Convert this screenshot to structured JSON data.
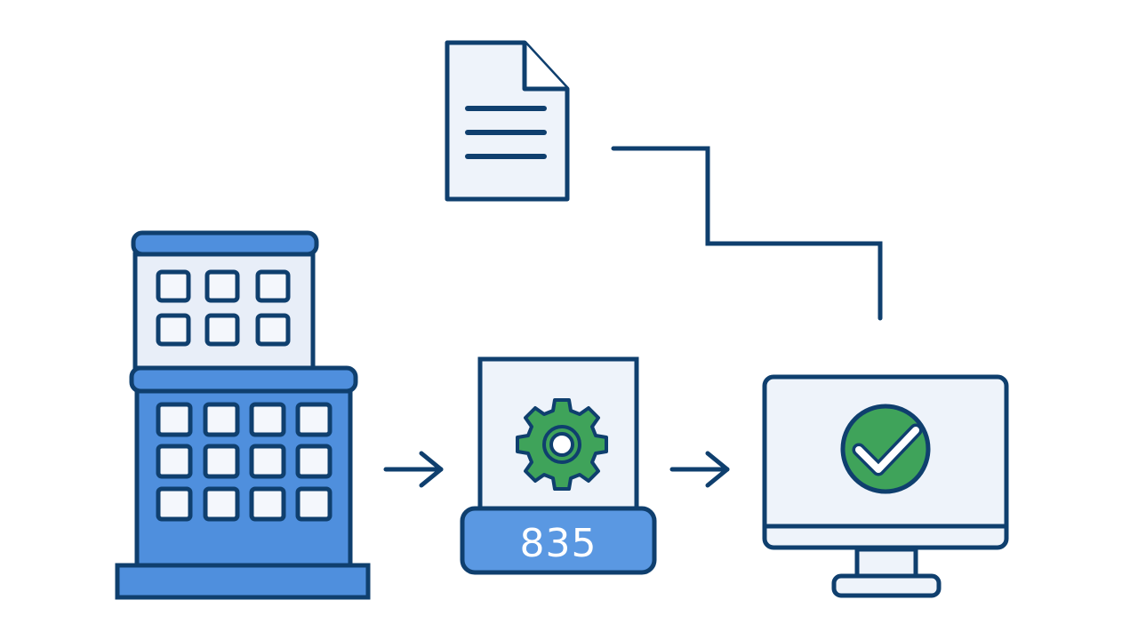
{
  "colors": {
    "outline": "#0f3f6e",
    "building_blue": "#4f8fdd",
    "pale_fill": "#eef3fa",
    "window_fill": "#f4f7fc",
    "gear_green": "#3fa35a",
    "check_green": "#3fa35a",
    "counter_fill": "#5a98e2"
  },
  "nodes": {
    "document": {
      "icon": "document-icon"
    },
    "building": {
      "icon": "office-building-icon"
    },
    "processor": {
      "icon": "gear-icon",
      "counter_text": "835"
    },
    "monitor": {
      "icon": "checkmark-circle-icon"
    }
  },
  "connectors": [
    {
      "from": "building",
      "to": "processor",
      "icon": "arrow-right-icon"
    },
    {
      "from": "processor",
      "to": "monitor",
      "icon": "arrow-right-icon"
    },
    {
      "from": "document",
      "to": "monitor",
      "icon": "elbow-connector"
    }
  ]
}
